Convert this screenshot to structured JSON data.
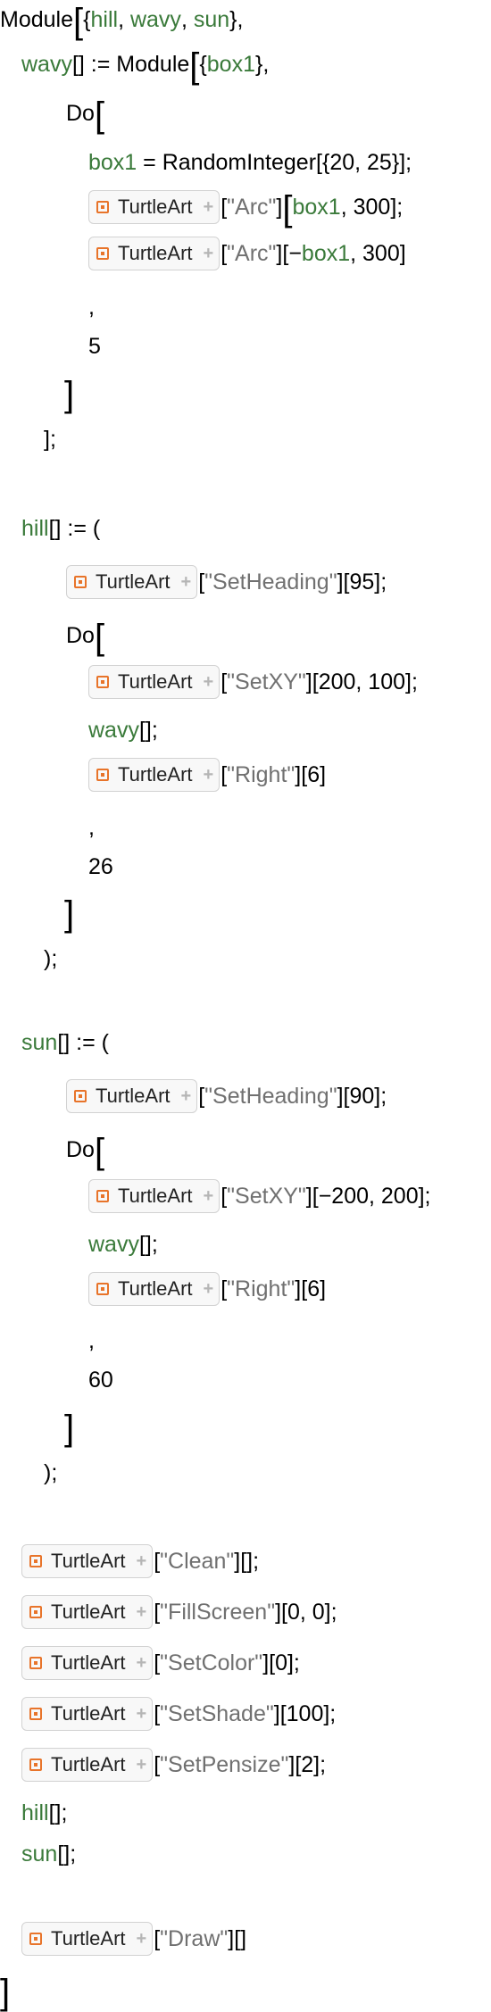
{
  "chip": {
    "name": "TurtleArt",
    "icon": "resource-object-icon",
    "plus_icon": "expand-plus-icon"
  },
  "colors": {
    "local_variable": "#3a7a3a",
    "string": "#707070",
    "chip_icon": "#e8742a"
  },
  "code": {
    "module_kw": "Module",
    "module_vars": [
      "hill",
      "wavy",
      "sun"
    ],
    "wavy_def": {
      "name": "wavy",
      "assign": "[] := Module",
      "var": "box1"
    },
    "do_kw": "Do",
    "box1_line": {
      "var": "box1",
      "rest": " = RandomInteger[{20, 25}];"
    },
    "arc1": {
      "str": "\"Arc\"",
      "args_var": "box1",
      "args_rest": ", 300];"
    },
    "arc2": {
      "str": "\"Arc\"",
      "args": "[−",
      "args_var": "box1",
      "args_rest": ", 300]"
    },
    "comma": ",",
    "wavy_count": "5",
    "close_bracket": "]",
    "close_module": "];",
    "hill_def": {
      "name": "hill",
      "assign": "[] := ("
    },
    "hill_heading": {
      "str": "\"SetHeading\"",
      "args": "][95];"
    },
    "hill_setxy": {
      "str": "\"SetXY\"",
      "args": "][200, 100];"
    },
    "wavy_call": "[];",
    "right": {
      "str": "\"Right\"",
      "args": "][6]"
    },
    "hill_count": "26",
    "close_paren": ");",
    "sun_def": {
      "name": "sun",
      "assign": "[] := ("
    },
    "sun_heading": {
      "str": "\"SetHeading\"",
      "args": "][90];"
    },
    "sun_setxy": {
      "str": "\"SetXY\"",
      "args": "][−200, 200];"
    },
    "sun_count": "60",
    "clean": {
      "str": "\"Clean\"",
      "args": "][];"
    },
    "fill": {
      "str": "\"FillScreen\"",
      "args": "][0, 0];"
    },
    "color": {
      "str": "\"SetColor\"",
      "args": "][0];"
    },
    "shade": {
      "str": "\"SetShade\"",
      "args": "][100];"
    },
    "pensize": {
      "str": "\"SetPensize\"",
      "args": "][2];"
    },
    "hill_call": "[];",
    "sun_call": "[];",
    "draw": {
      "str": "\"Draw\"",
      "args": "][]"
    },
    "final_bracket": "]"
  }
}
